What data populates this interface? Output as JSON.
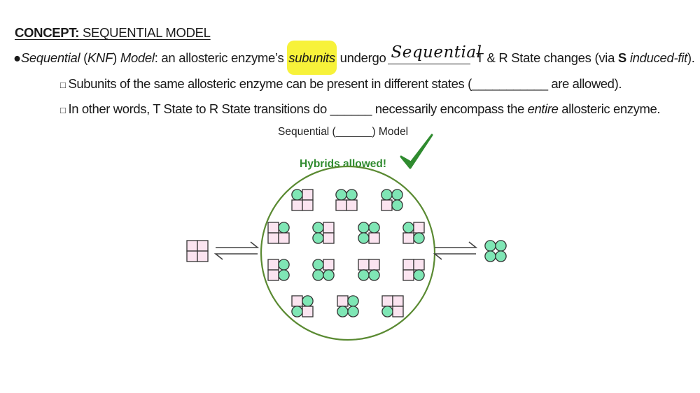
{
  "header": {
    "concept_label": "CONCEPT:",
    "concept_title": "SEQUENTIAL MODEL"
  },
  "bullet": {
    "marker": "●",
    "term": "Sequential",
    "abbr_open": " (",
    "abbr": "KNF",
    "abbr_close": ") ",
    "term2": "Model",
    "text_a": ": an allosteric enzyme’s ",
    "highlighted": "subunits",
    "text_b": " undergo",
    "handwritten_answer": "Sequential",
    "text_c": " T & R State changes (via ",
    "bold_s": "S",
    "text_d": " ",
    "italic_fit": "induced-fit",
    "text_e": ")."
  },
  "sub_points": [
    {
      "marker": "□",
      "text_a": "Subunits of the same allosteric enzyme can be present in different states (",
      "blank": "___________",
      "text_b": " are allowed)."
    },
    {
      "marker": "□",
      "text_a": "In other words, T State to R State transitions do ",
      "blank": "______",
      "text_b": " necessarily encompass the ",
      "italic": "entire",
      "text_c": " allosteric enzyme."
    }
  ],
  "figure": {
    "caption": "Sequential (______) Model",
    "hybrids_label": "Hybrids allowed!",
    "colors": {
      "circle_outline": "#5a8a32",
      "check": "#2f8b2f",
      "r_state_fill": "#7fe6b5",
      "t_state_fill": "#fbe4f0",
      "outline": "#333333"
    },
    "left_state": "all-T tetramer",
    "right_state": "all-R tetramer",
    "hybrid_count": 14
  }
}
